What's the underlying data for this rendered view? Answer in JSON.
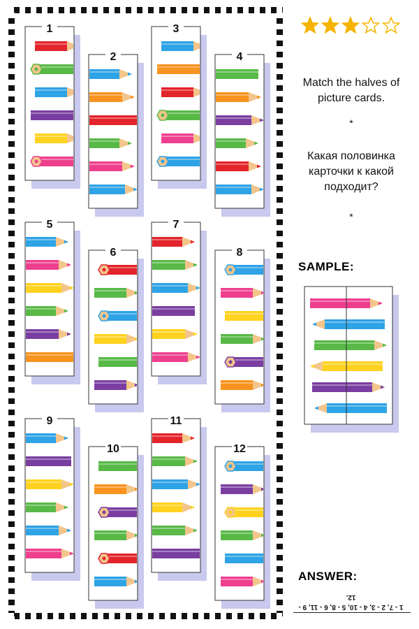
{
  "instructions_en": "Match the halves of picture cards.",
  "separator_1": "*",
  "instructions_ru": "Какая половинка карточки к какой подходит?",
  "separator_2": "*",
  "sample_label": "SAMPLE:",
  "answer_label": "ANSWER:",
  "answer_text": "1 - 7, 2 - 3, 4 - 10, 5 - 8, 6 - 11, 9 - 12.",
  "rating": {
    "filled": 3,
    "total": 5,
    "color": "#f5b400"
  },
  "colors": {
    "pink": "#ee3f8f",
    "blue": "#2ea3e6",
    "red": "#e3242b",
    "green": "#58b947",
    "purple": "#7a3ea1",
    "yellow": "#ffd21f",
    "orange": "#f7931e",
    "wood": "#f3c58b",
    "border": "#333333",
    "shadow": "#c9c8ee"
  },
  "cards": [
    {
      "number": "1",
      "side": "right",
      "pencils": [
        "red",
        "green",
        "blue",
        "purple",
        "yellow",
        "pink"
      ]
    },
    {
      "number": "2",
      "side": "left",
      "pencils": [
        "blue",
        "orange",
        "red",
        "green",
        "pink",
        "blue"
      ]
    },
    {
      "number": "3",
      "side": "right",
      "pencils": [
        "blue",
        "orange",
        "red",
        "green",
        "pink",
        "blue"
      ]
    },
    {
      "number": "4",
      "side": "left",
      "pencils": [
        "green",
        "orange",
        "purple",
        "green",
        "red",
        "blue"
      ]
    },
    {
      "number": "5",
      "side": "left",
      "pencils": [
        "blue",
        "pink",
        "yellow",
        "green",
        "purple",
        "orange"
      ]
    },
    {
      "number": "6",
      "side": "right",
      "pencils": [
        "red",
        "green",
        "blue",
        "yellow",
        "green",
        "purple"
      ]
    },
    {
      "number": "7",
      "side": "left",
      "pencils": [
        "red",
        "green",
        "blue",
        "purple",
        "yellow",
        "pink"
      ]
    },
    {
      "number": "8",
      "side": "right",
      "pencils": [
        "blue",
        "pink",
        "yellow",
        "green",
        "purple",
        "orange"
      ]
    },
    {
      "number": "9",
      "side": "left",
      "pencils": [
        "blue",
        "purple",
        "yellow",
        "green",
        "blue",
        "pink"
      ]
    },
    {
      "number": "10",
      "side": "right",
      "pencils": [
        "green",
        "orange",
        "purple",
        "green",
        "red",
        "blue"
      ]
    },
    {
      "number": "11",
      "side": "left",
      "pencils": [
        "red",
        "green",
        "blue",
        "yellow",
        "green",
        "purple"
      ]
    },
    {
      "number": "12",
      "side": "right",
      "pencils": [
        "blue",
        "purple",
        "yellow",
        "green",
        "blue",
        "pink"
      ]
    }
  ],
  "sample": {
    "pencils": [
      "pink",
      "blue",
      "green",
      "yellow",
      "purple",
      "blue"
    ]
  }
}
